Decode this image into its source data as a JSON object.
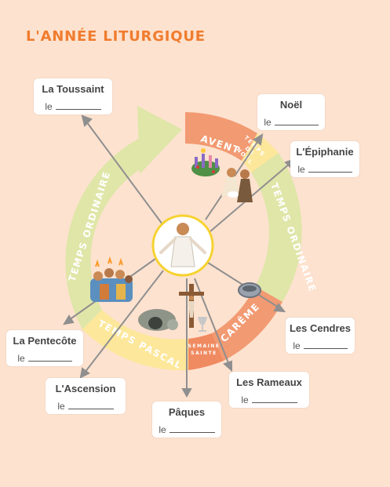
{
  "title": "L'ANNÉE LITURGIQUE",
  "date_prefix": "le",
  "seasons": {
    "avent": "AVENT",
    "temps_de_noel": [
      "TEMPS",
      "DE",
      "NOËL"
    ],
    "temps_ordinaire_1": "TEMPS ORDINAIRE",
    "careme": "CARÊME",
    "semaine_sainte": [
      "SEMAINE",
      "SAINTE"
    ],
    "temps_pascal": "TEMPS PASCAL",
    "temps_ordinaire_2": "TEMPS ORDINAIRE"
  },
  "feasts": [
    {
      "id": "toussaint",
      "name": "La Toussaint"
    },
    {
      "id": "noel",
      "name": "Noël"
    },
    {
      "id": "epiphanie",
      "name": "L'Épiphanie"
    },
    {
      "id": "cendres",
      "name": "Les Cendres"
    },
    {
      "id": "rameaux",
      "name": "Les Rameaux"
    },
    {
      "id": "paques",
      "name": "Pâques"
    },
    {
      "id": "ascension",
      "name": "L'Ascension"
    },
    {
      "id": "pentecote",
      "name": "La Pentecôte"
    }
  ],
  "colors": {
    "background": "#fde2cf",
    "ordinary_time": "#dfe6a8",
    "advent_lent": "#f29a72",
    "christmas_easter": "#fde79a",
    "title": "#f07c2e"
  }
}
